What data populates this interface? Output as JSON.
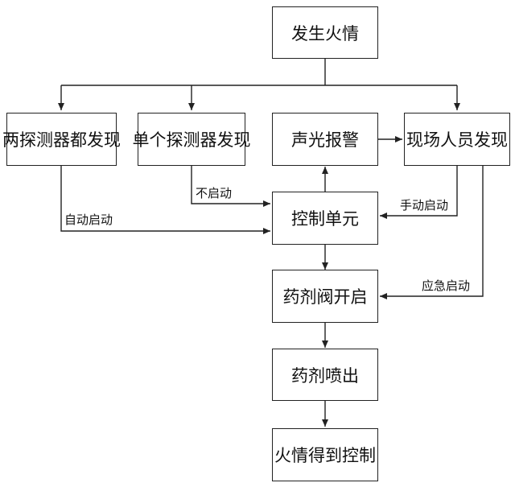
{
  "nodes": {
    "fire": "发生火情",
    "two_detectors": "两探测器都发现",
    "single_detector": "单个探测器发现",
    "sound_light_alarm": "声光报警",
    "onsite_personnel": "现场人员发现",
    "control_unit": "控制单元",
    "valve_open": "药剂阀开启",
    "agent_spray": "药剂喷出",
    "fire_controlled": "火情得到控制"
  },
  "edge_labels": {
    "no_start": "不启动",
    "auto_start": "自动启动",
    "manual_start": "手动启动",
    "emergency_start": "应急启动"
  }
}
